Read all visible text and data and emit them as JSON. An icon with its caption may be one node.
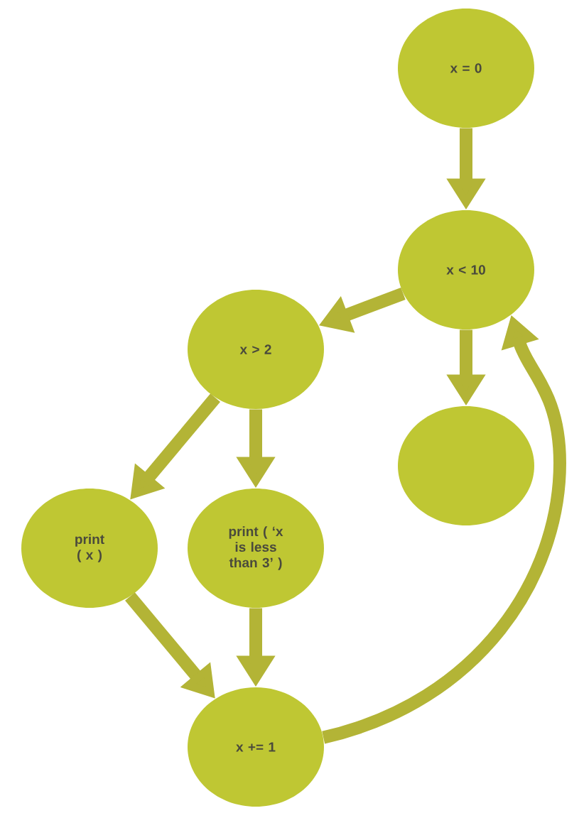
{
  "diagram": {
    "nodes": [
      {
        "text": [
          "x = 0"
        ]
      },
      {
        "text": [
          "x < 10"
        ]
      },
      {
        "text": [
          "x > 2"
        ]
      },
      {
        "text": [],
        "shape": "circle"
      },
      {
        "text": [
          "print ( x )"
        ]
      },
      {
        "text": [
          "print ( ‘x is less than 3’ )"
        ]
      },
      {
        "text": [
          "x += 1"
        ]
      }
    ],
    "edges": [
      {
        "from": 0,
        "to": 1,
        "arrow": "to"
      },
      {
        "from": 1,
        "to": 2,
        "arrow": "to"
      },
      {
        "from": 1,
        "to": 3,
        "arrow": "to"
      },
      {
        "from": 2,
        "to": 4,
        "arrow": "to"
      },
      {
        "from": 2,
        "to": 5,
        "arrow": "to"
      },
      {
        "from": 4,
        "to": 6,
        "arrow": "to"
      },
      {
        "from": 5,
        "to": 6,
        "arrow": "to"
      },
      {
        "from": 6,
        "to": 1,
        "arrow": "to"
      }
    ]
  }
}
